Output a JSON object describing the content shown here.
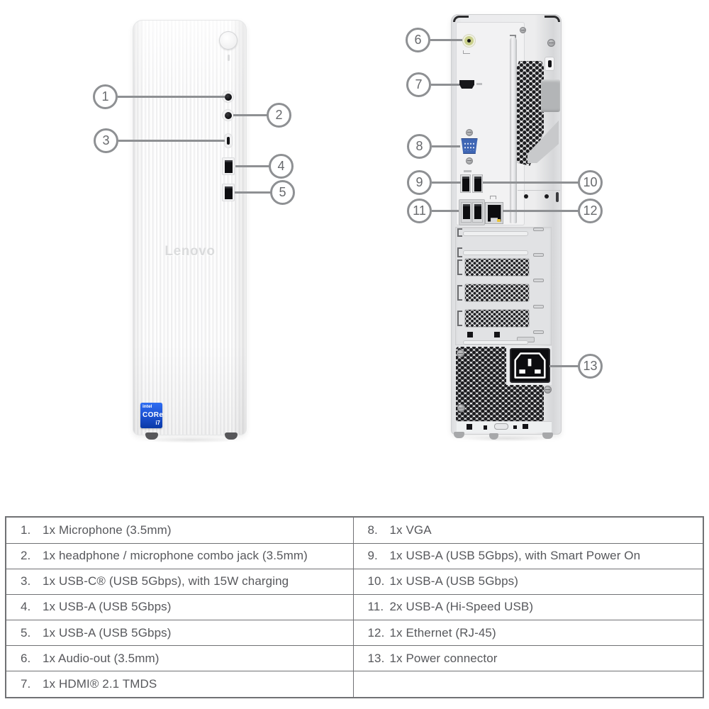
{
  "product": {
    "logo_text": "Lenovo",
    "cpu_badge": {
      "intel": "intel",
      "core": "CORe",
      "i7": "i7"
    }
  },
  "colors": {
    "callout_gray": "#8e9093",
    "table_border": "#707174",
    "text_gray": "#57585c",
    "vga_blue": "#3f66b4",
    "intel_badge_blue": "#1b50cf",
    "audio_ring_green": "#c9cf8a",
    "ethernet_led_yellow": "#e8c23a"
  },
  "front": {
    "callouts": [
      {
        "num": "1"
      },
      {
        "num": "2"
      },
      {
        "num": "3"
      },
      {
        "num": "4"
      },
      {
        "num": "5"
      }
    ]
  },
  "back": {
    "callouts": [
      {
        "num": "6"
      },
      {
        "num": "7"
      },
      {
        "num": "8"
      },
      {
        "num": "9"
      },
      {
        "num": "10"
      },
      {
        "num": "11"
      },
      {
        "num": "12"
      },
      {
        "num": "13"
      }
    ]
  },
  "legend": {
    "rows": [
      {
        "l_num": "1.",
        "l_text": "1x Microphone (3.5mm)",
        "r_num": "8.",
        "r_text": "1x VGA"
      },
      {
        "l_num": "2.",
        "l_text": "1x headphone / microphone combo jack (3.5mm)",
        "r_num": "9.",
        "r_text": "1x USB-A (USB 5Gbps), with Smart Power On"
      },
      {
        "l_num": "3.",
        "l_text": "1x USB-C® (USB 5Gbps), with 15W charging",
        "r_num": "10.",
        "r_text": "1x USB-A (USB 5Gbps)"
      },
      {
        "l_num": "4.",
        "l_text": "1x USB-A (USB 5Gbps)",
        "r_num": "11.",
        "r_text": "2x USB-A (Hi-Speed USB)"
      },
      {
        "l_num": "5.",
        "l_text": "1x USB-A (USB 5Gbps)",
        "r_num": "12.",
        "r_text": "1x Ethernet (RJ-45)"
      },
      {
        "l_num": "6.",
        "l_text": "1x Audio-out (3.5mm)",
        "r_num": "13.",
        "r_text": "1x Power connector"
      },
      {
        "l_num": "7.",
        "l_text": "1x HDMI® 2.1 TMDS",
        "r_num": "",
        "r_text": ""
      }
    ]
  }
}
